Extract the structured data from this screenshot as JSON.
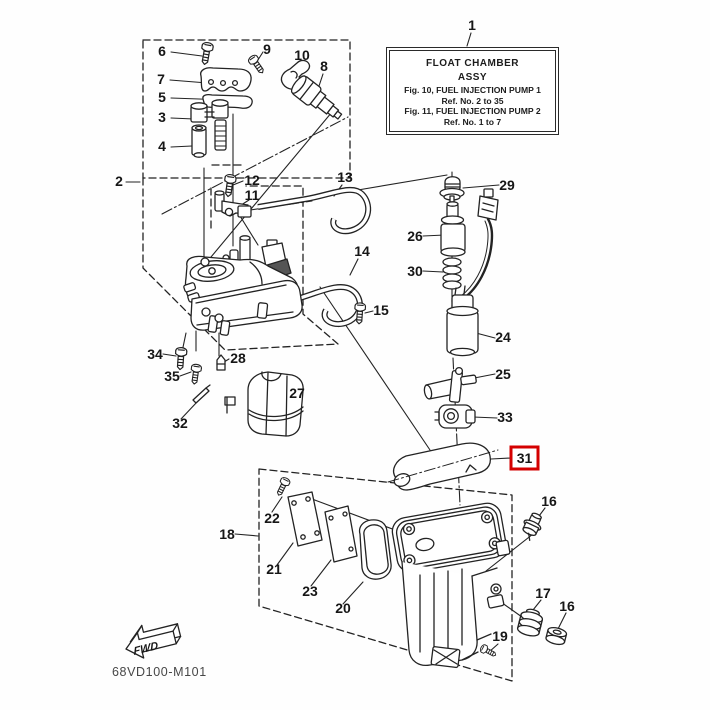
{
  "title_box": {
    "ref_label": "1",
    "line1": "FLOAT CHAMBER",
    "line2": "ASSY",
    "line3": "Fig. 10, FUEL INJECTION PUMP 1",
    "line4": "Ref. No. 2 to 35",
    "line5": "Fig. 11, FUEL INJECTION PUMP 2",
    "line6": "Ref. No. 1 to 7"
  },
  "drawing_code": "68VD100-M101",
  "fwd": {
    "label": "FWD"
  },
  "highlight": {
    "ref": "31",
    "box_color": "#d40000"
  },
  "ink_color": "#232323",
  "parts": {
    "p1": "1",
    "p2": "2",
    "p3": "3",
    "p4": "4",
    "p5": "5",
    "p6": "6",
    "p7": "7",
    "p8": "8",
    "p9": "9",
    "p10": "10",
    "p11": "11",
    "p12": "12",
    "p13": "13",
    "p14": "14",
    "p15": "15",
    "p16a": "16",
    "p16b": "16",
    "p17": "17",
    "p18": "18",
    "p19": "19",
    "p20": "20",
    "p21": "21",
    "p22": "22",
    "p23": "23",
    "p24": "24",
    "p25": "25",
    "p26": "26",
    "p27": "27",
    "p28": "28",
    "p29": "29",
    "p30": "30",
    "p32": "32",
    "p33": "33",
    "p34": "34",
    "p35": "35"
  }
}
